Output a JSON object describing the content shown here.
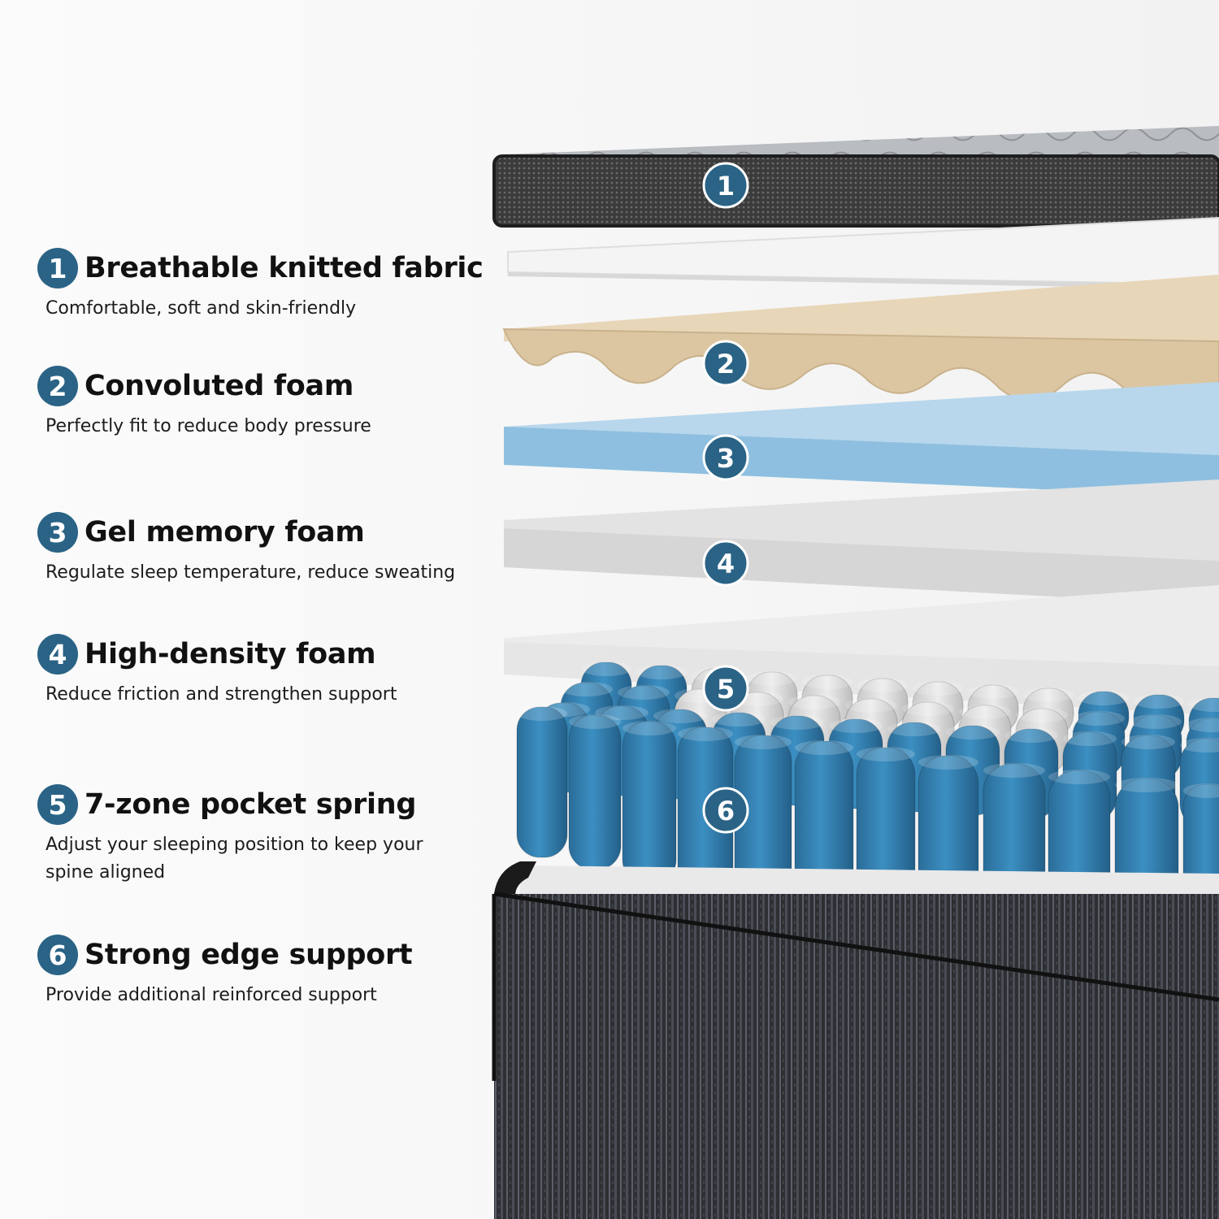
{
  "features": [
    {
      "number": "1",
      "title": "Breathable knitted fabric",
      "description": "Comfortable, soft and skin-friendly"
    },
    {
      "number": "2",
      "title": "Convoluted foam",
      "description": "Perfectly fit to reduce body pressure"
    },
    {
      "number": "3",
      "title": "Gel memory foam",
      "description": "Regulate sleep temperature, reduce sweating"
    },
    {
      "number": "4",
      "title": "High-density foam",
      "description": "Reduce friction and strengthen support"
    },
    {
      "number": "5",
      "title": "7-zone pocket spring",
      "description": "Adjust your sleeping position to keep your spine aligned"
    },
    {
      "number": "6",
      "title": "Strong edge support",
      "description": "Provide additional reinforced support"
    }
  ],
  "layer_markers": [
    "1",
    "2",
    "3",
    "4",
    "5",
    "6"
  ],
  "colors": {
    "badge": "#2a6385",
    "spring_blue": "#2f78a6",
    "spring_grey": "#d9d9d9",
    "foam_beige": "#e3cfae",
    "gel_blue": "#9cc7e3",
    "fabric_dark": "#3a3a3a"
  }
}
